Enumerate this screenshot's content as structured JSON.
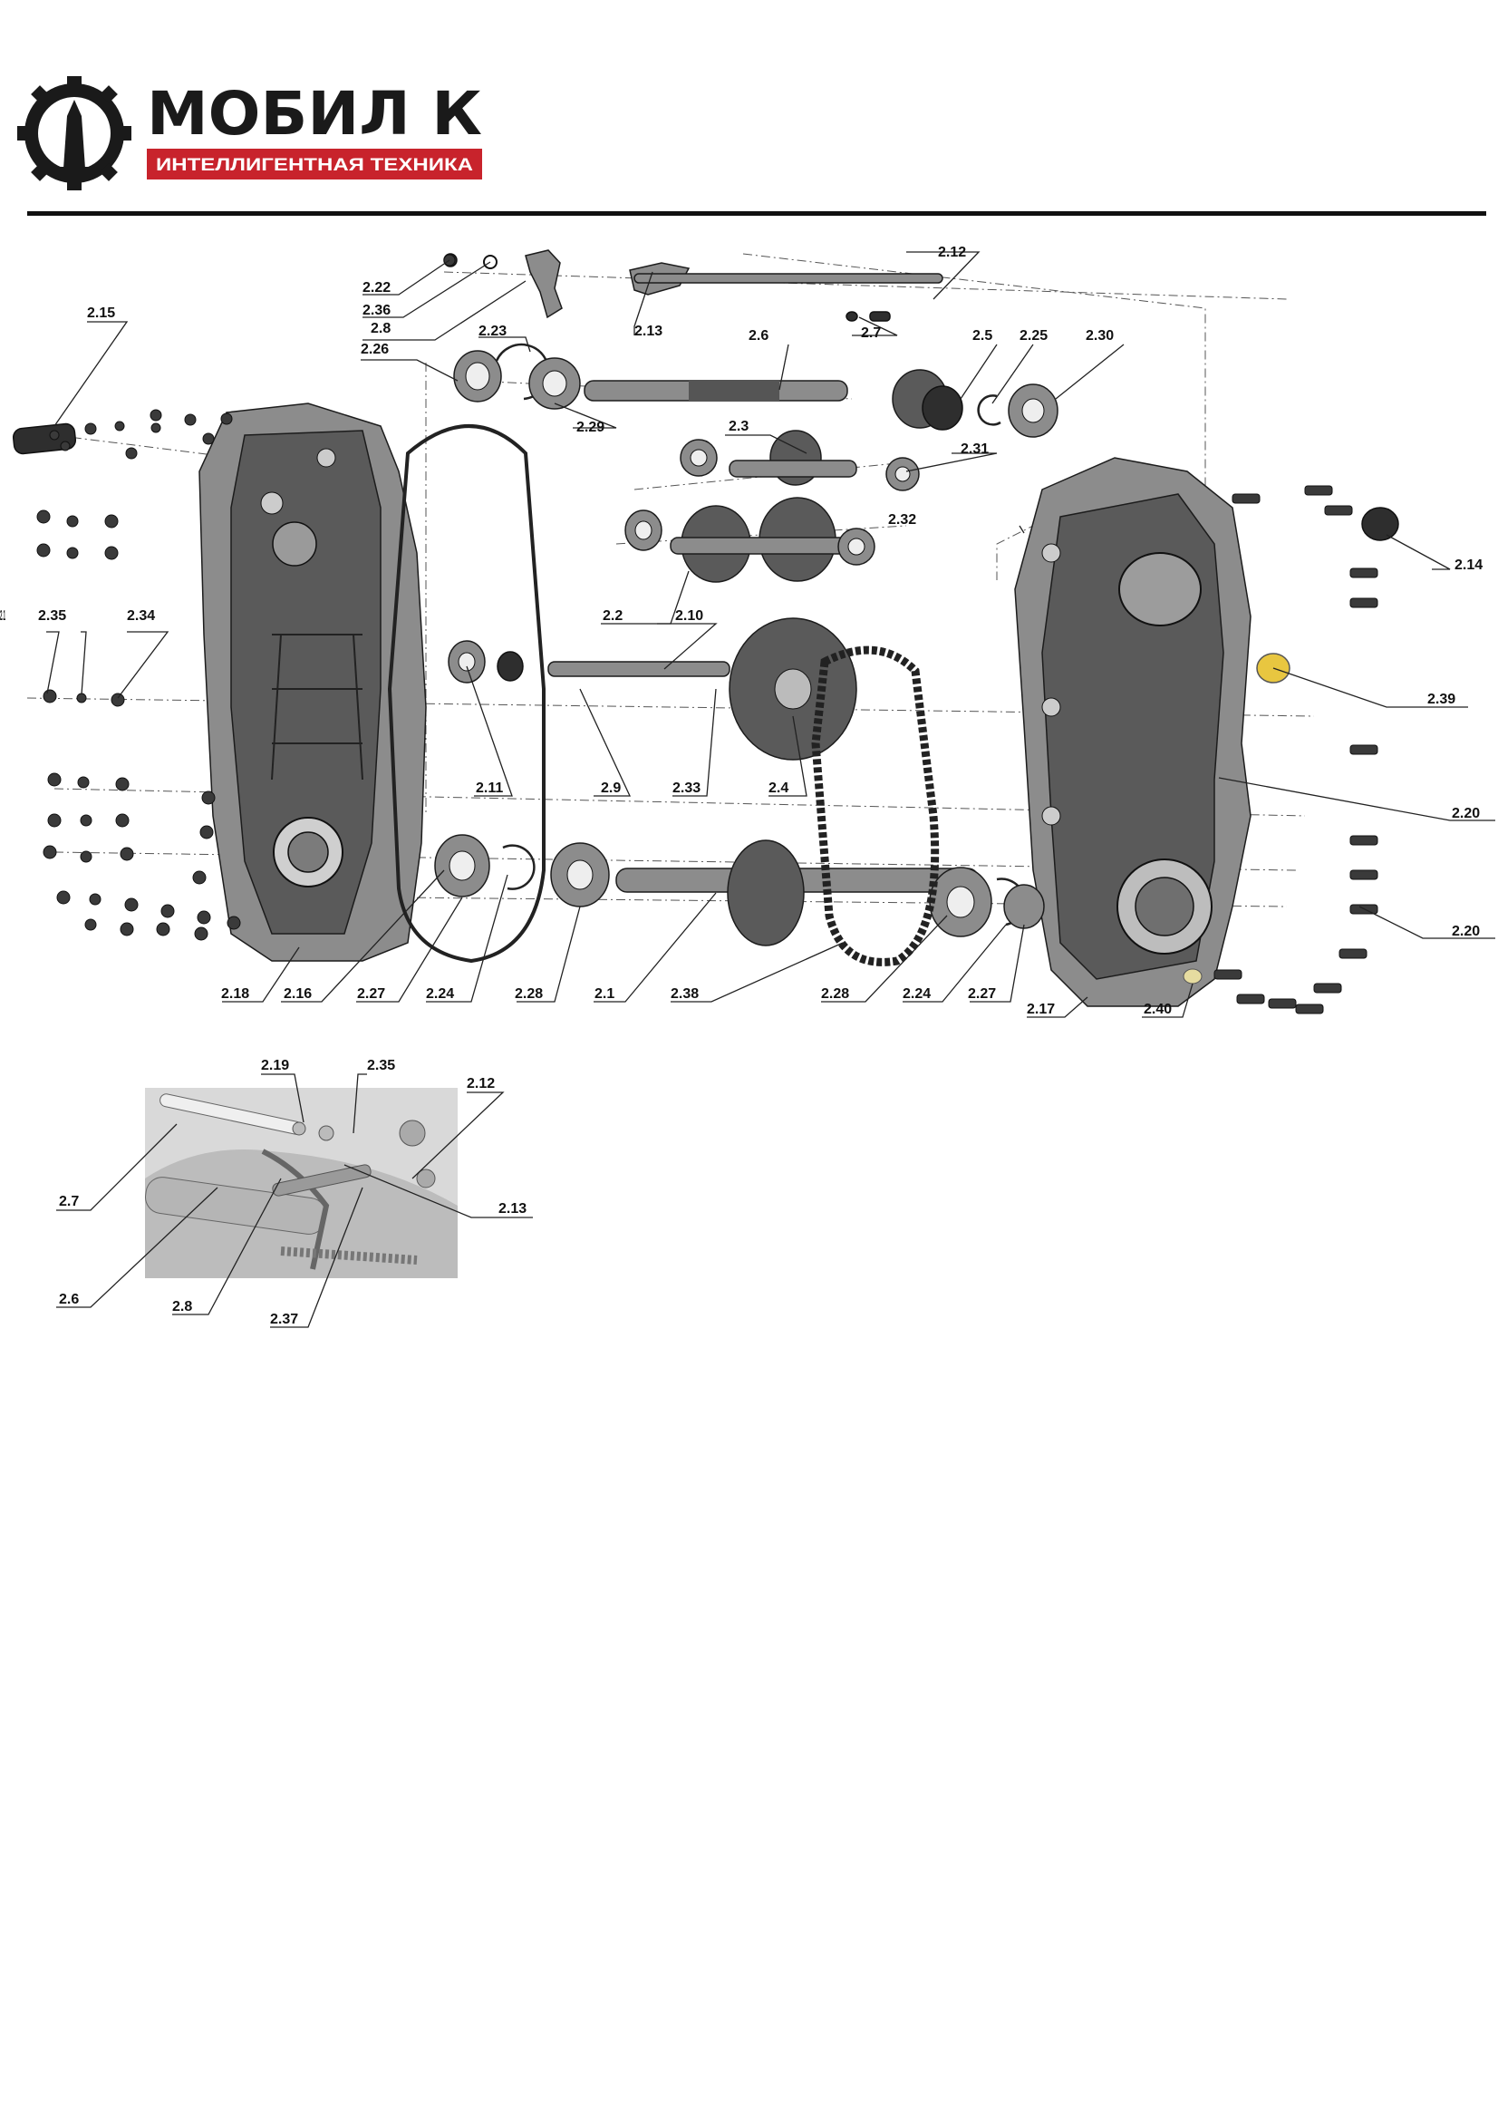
{
  "brand": {
    "name": "МОБИЛ К",
    "tagline": "ИНТЕЛЛИГЕНТНАЯ ТЕХНИКА",
    "accent_color": "#c8232c",
    "mark_color": "#1a1a1a"
  },
  "main_diagram": {
    "callouts": [
      "2.12",
      "2.22",
      "2.36",
      "2.8",
      "2.13",
      "2.7",
      "2.23",
      "2.26",
      "2.6",
      "2.5",
      "2.25",
      "2.30",
      "2.15",
      "2.29",
      "2.3",
      "2.31",
      "2.32",
      "2.14",
      "2.2",
      "2.10",
      "2.1",
      "2.35",
      "2.34",
      "2.39",
      "2.11",
      "2.9",
      "2.33",
      "2.4",
      "2.20",
      "2.20",
      "2.18",
      "2.16",
      "2.27",
      "2.24",
      "2.28",
      "2.1",
      "2.38",
      "2.28",
      "2.24",
      "2.27",
      "2.17",
      "2.40"
    ]
  },
  "detail_diagram": {
    "callouts": [
      "2.19",
      "2.35",
      "2.12",
      "2.7",
      "2.13",
      "2.6",
      "2.8",
      "2.37"
    ]
  }
}
